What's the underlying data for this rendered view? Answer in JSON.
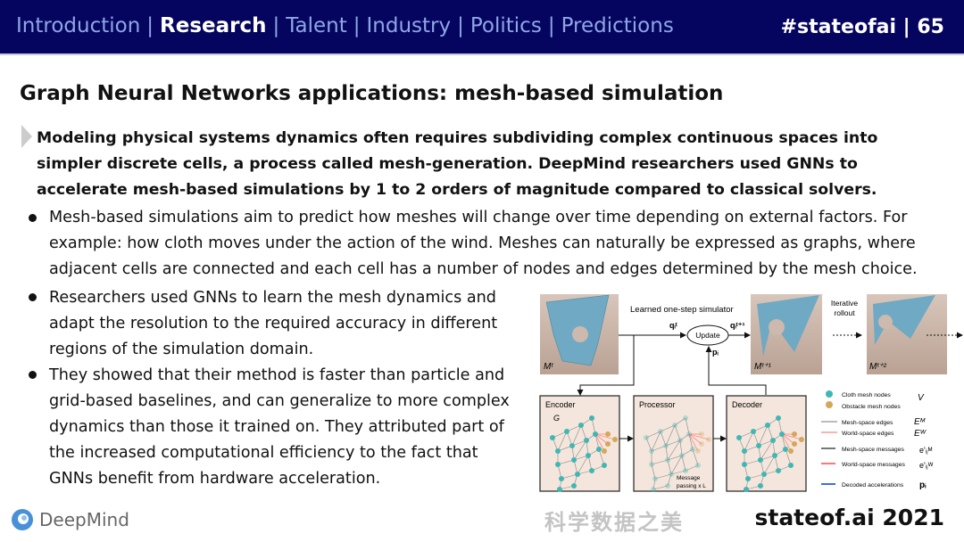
{
  "header": {
    "nav": [
      "Introduction",
      "Research",
      "Talent",
      "Industry",
      "Politics",
      "Predictions"
    ],
    "active": "Research",
    "tag": "#stateofai | 65",
    "bg": "#05055f"
  },
  "title": "Graph Neural Networks applications: mesh-based simulation",
  "lead": "Modeling physical systems dynamics often requires subdividing complex continuous spaces into simpler discrete cells, a process called mesh-generation. DeepMind researchers used GNNs to accelerate mesh-based simulations by 1 to 2 orders of magnitude compared to classical solvers.",
  "bullets": [
    "Mesh-based simulations aim to predict how meshes will change over time depending on external factors. For example: how cloth moves under the action of the wind. Meshes can naturally be expressed as graphs, where adjacent cells are connected and each cell has a number of nodes and edges determined by the mesh choice.",
    "Researchers used GNNs to learn the mesh dynamics and adapt the resolution to the required accuracy in different regions of the simulation domain.",
    "They showed that their method is faster than particle and grid-based baselines, and can generalize to more complex dynamics than those it trained on. They attributed part of the increased computational efficiency to the fact that GNNs benefit from hardware acceleration."
  ],
  "figure": {
    "simulator_label": "Learned one-step simulator",
    "update": "Update",
    "q_t": "qᵢᵗ",
    "q_t1": "qᵢᵗ⁺¹",
    "p": "pᵢ",
    "frames": [
      "Mᵗ",
      "Mᵗ⁺¹",
      "Mᵗ⁺²"
    ],
    "rollout": [
      "Iterative",
      "rollout"
    ],
    "blocks": [
      "Encoder",
      "Processor",
      "Decoder"
    ],
    "graph_label": "G",
    "message": [
      "Message",
      "passing x L"
    ],
    "legend": [
      {
        "label": "Cloth mesh nodes",
        "sym": "V"
      },
      {
        "label": "Obstacle mesh nodes",
        "sym": ""
      },
      {
        "label": "Mesh-space edges",
        "sym": "Eᴹ"
      },
      {
        "label": "World-space edges",
        "sym": "Eᵂ"
      },
      {
        "label": "Mesh-space messages",
        "sym": "e'ᵢⱼᴹ"
      },
      {
        "label": "World-space messages",
        "sym": "e'ᵢⱼᵂ"
      },
      {
        "label": "Decoded accelerations",
        "sym": "pᵢ"
      }
    ]
  },
  "logo": "DeepMind",
  "footer": "stateof.ai 2021",
  "watermark": "科学数据之美"
}
